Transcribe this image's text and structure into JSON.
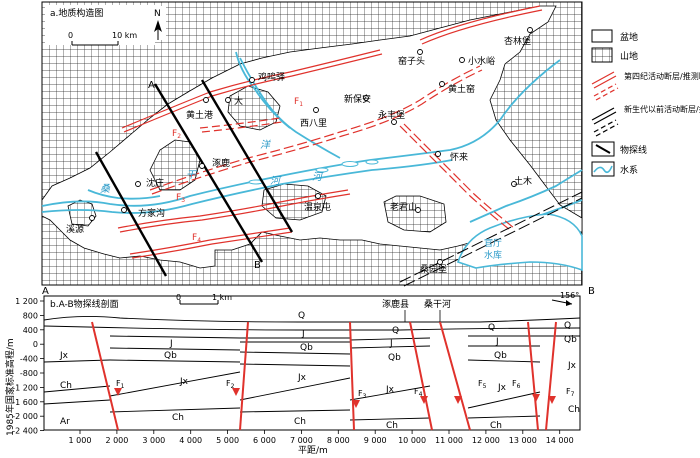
{
  "map": {
    "title": "a.地质构造图",
    "scale_zero": "0",
    "scale_end": "10 km",
    "north": "N",
    "end_a": "A",
    "end_b": "B",
    "places": [
      {
        "id": "xinglinbao",
        "label": "杏林堡"
      },
      {
        "id": "yaozitou",
        "label": "窑子头"
      },
      {
        "id": "xiaoshuiyu",
        "label": "小水峪"
      },
      {
        "id": "huangtuyao",
        "label": "黄土窑"
      },
      {
        "id": "jimingyi",
        "label": "鸡鸣驿"
      },
      {
        "id": "xinbaoan",
        "label": "新保安"
      },
      {
        "id": "yongfengbao",
        "label": "永丰堡"
      },
      {
        "id": "xibali",
        "label": "西八里"
      },
      {
        "id": "huangtugang",
        "label": "黄土港"
      },
      {
        "id": "tai",
        "label": "大"
      },
      {
        "id": "huailai",
        "label": "怀来"
      },
      {
        "id": "shenzhuang",
        "label": "沈庄"
      },
      {
        "id": "zhuolu",
        "label": "涿鹿"
      },
      {
        "id": "tumu",
        "label": "土木"
      },
      {
        "id": "fangjiagou",
        "label": "方家沟"
      },
      {
        "id": "xiyuan",
        "label": "溪源"
      },
      {
        "id": "wenquantun",
        "label": "温泉屯"
      },
      {
        "id": "laojunshan",
        "label": "老君山"
      },
      {
        "id": "sangyuanbao",
        "label": "桑园堡"
      }
    ],
    "river_labels": {
      "sang": "桑",
      "gan": "干",
      "he": "河",
      "yang": "洋",
      "he2": "河"
    },
    "reservoir": [
      "官厅",
      "水库"
    ],
    "faults": {
      "f1": "F",
      "f2": "F",
      "f3": "F",
      "f4": "F"
    },
    "fault_subs": {
      "f1": "1",
      "f2": "2",
      "f3": "3",
      "f4": "4"
    }
  },
  "legend": {
    "items": [
      {
        "icon": "basin",
        "label": "盆地"
      },
      {
        "icon": "mountain",
        "label": "山地"
      },
      {
        "icon": "quaternary-fault",
        "label": "第四纪活动断层/推测断层"
      },
      {
        "icon": "pre-fault",
        "label": "新生代以前活动断层/推测断层"
      },
      {
        "icon": "survey-line",
        "label": "物探线"
      },
      {
        "icon": "water",
        "label": "水系"
      }
    ]
  },
  "section": {
    "title": "b.A-B物探线剖面",
    "scale_zero": "0",
    "scale_end": "1 km",
    "end_a": "A",
    "end_b": "B",
    "azimuth": "156°",
    "top_labels": {
      "county": "涿鹿县",
      "river": "桑干河"
    },
    "ylabel": "1985年国家标准高程/m",
    "xlabel": "平距/m",
    "y_ticks": [
      "1 200",
      "800",
      "400",
      "0",
      "-400",
      "-800",
      "-1 200",
      "-1 600",
      "-2 000",
      "-2 400"
    ],
    "x_ticks": [
      "1 000",
      "2 000",
      "3 000",
      "4 000",
      "5 000",
      "6 000",
      "7 000",
      "8 000",
      "9 000",
      "10 000",
      "11 000",
      "12 000",
      "13 000",
      "14 000"
    ],
    "layers": {
      "q": "Q",
      "j": "J",
      "qb": "Qb",
      "jx": "Jx",
      "ch": "Ch",
      "ar": "Ar"
    },
    "fault_subs": [
      "1",
      "2",
      "3",
      "4",
      "5",
      "6",
      "7"
    ]
  }
}
